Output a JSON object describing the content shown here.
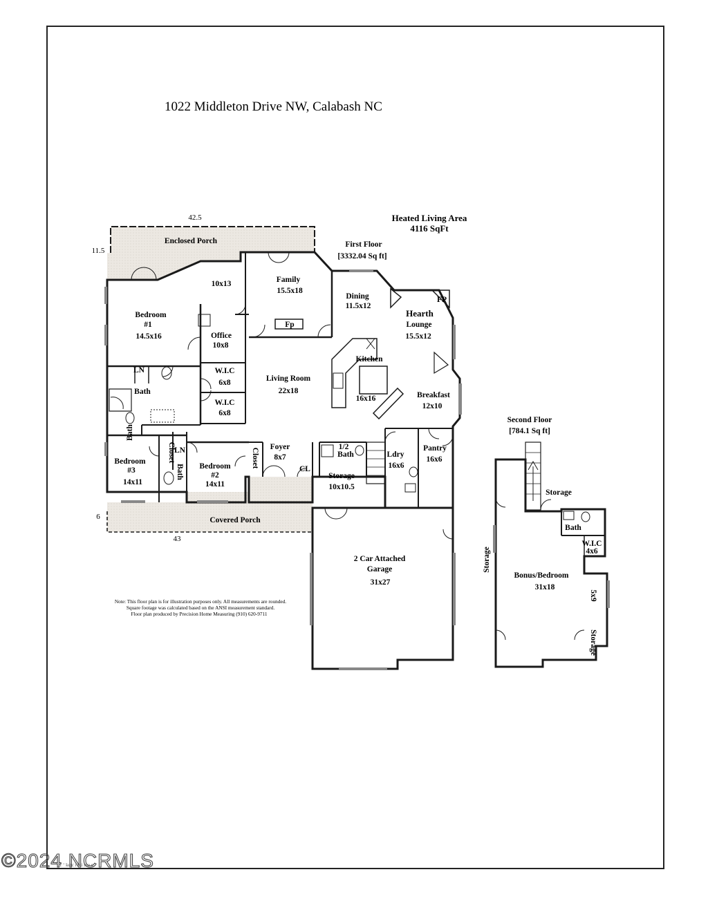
{
  "title": "1022 Middleton Drive NW, Calabash NC",
  "summary": {
    "heading": "Heated Living Area",
    "area": "4116 SqFt"
  },
  "first_floor": {
    "label": "First Floor",
    "area": "[3332.04 Sq ft]"
  },
  "second_floor": {
    "label": "Second Floor",
    "area": "[784.1 Sq ft]"
  },
  "dimensions": {
    "top": "42.5",
    "left": "11.5",
    "porch_height": "6",
    "bottom": "43"
  },
  "rooms": {
    "enclosed_porch": "Enclosed Porch",
    "bed1_extra": "10x13",
    "bed1_name": "Bedroom",
    "bed1_num": "#1",
    "bed1_size": "14.5x16",
    "family_name": "Family",
    "family_size": "15.5x18",
    "fp1": "Fp",
    "dining_name": "Dining",
    "dining_size": "11.5x12",
    "fp2": "FP",
    "hearth_name": "Hearth",
    "hearth_sub": "Lounge",
    "hearth_size": "15.5x12",
    "office_name": "Office",
    "office_size": "10x8",
    "kitchen_name": "Kitchen",
    "kitchen_size": "16x16",
    "ln1": "LN",
    "wic1_name": "W.I.C",
    "wic1_size": "6x8",
    "living_name": "Living Room",
    "living_size": "22x18",
    "bath1": "Bath",
    "wic2_name": "W.I.C",
    "wic2_size": "6x8",
    "breakfast_name": "Breakfast",
    "breakfast_size": "12x10",
    "bath_v": "Bath",
    "closet1": "Closet",
    "ln2": "LN",
    "bed3_name": "Bedroom",
    "bed3_num": "#3",
    "bed3_size": "14x11",
    "bath_v2": "Bath",
    "bed2_name": "Bedroom",
    "bed2_num": "#2",
    "bed2_size": "14x11",
    "closet2": "Closet",
    "foyer_name": "Foyer",
    "foyer_size": "8x7",
    "cl": "CL",
    "half_bath_a": "1/2",
    "half_bath_b": "Bath",
    "storage1_name": "Storage",
    "storage1_size": "10x10.5",
    "ldry_name": "Ldry",
    "ldry_size": "16x6",
    "pantry_name": "Pantry",
    "pantry_size": "16x6",
    "covered_porch": "Covered Porch",
    "garage_line1": "2 Car Attached",
    "garage_line2": "Garage",
    "garage_size": "31x27",
    "storage_top": "Storage",
    "bath2": "Bath",
    "wic3_name": "W.I.C",
    "wic3_size": "4x6",
    "storage_left": "Storage",
    "bonus_name": "Bonus/Bedroom",
    "bonus_size": "31x18",
    "dim_5x9": "5x9",
    "storage_right": "Storage"
  },
  "note": {
    "line1": "Note: This floor plan is for illustration purposes only. All measurements are rounded.",
    "line2": "Square footage was calculated based on the ANSI measurement standard.",
    "line3": "Floor plan produced by Precision Home Measuring (910) 620-9711"
  },
  "watermark": "©2024 NCRMLS",
  "footer_small": "ʼ01 ʻ  ketc  i  b    i  mo  e"
}
